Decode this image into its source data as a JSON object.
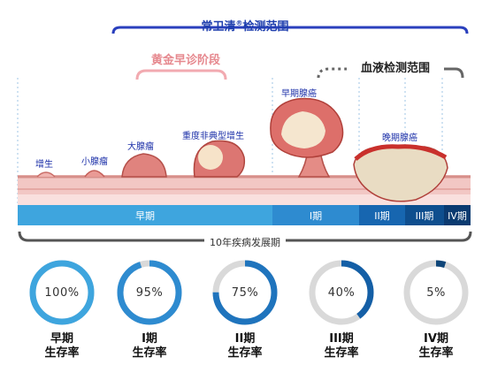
{
  "header": {
    "title": "常卫清",
    "title_mark": "®",
    "title_suffix": "检测范围"
  },
  "golden_stage": "黄金早诊阶段",
  "blood_range": "血液检测范围",
  "lesions": {
    "hyperplasia": "增生",
    "small_adenoma": "小腺瘤",
    "large_adenoma": "大腺瘤",
    "severe_atypical": "重度非典型增生",
    "early_cancer": "早期腺癌",
    "late_cancer": "晚期腺癌"
  },
  "stages": {
    "early": "早期",
    "s1": "I期",
    "s2": "II期",
    "s3": "III期",
    "s4": "IV期"
  },
  "years": "10年疾病发展期",
  "survival": [
    {
      "value": "100%",
      "pct": 1.0,
      "stage": "早期",
      "label": "生存率",
      "color": "#3ea5de"
    },
    {
      "value": "95%",
      "pct": 0.95,
      "stage": "I期",
      "label": "生存率",
      "color": "#2e8bd0"
    },
    {
      "value": "75%",
      "pct": 0.75,
      "stage": "II期",
      "label": "生存率",
      "color": "#1f74bd"
    },
    {
      "value": "40%",
      "pct": 0.4,
      "stage": "III期",
      "label": "生存率",
      "color": "#145fa6"
    },
    {
      "value": "5%",
      "pct": 0.05,
      "stage": "IV期",
      "label": "生存率",
      "color": "#0e4578"
    }
  ]
}
